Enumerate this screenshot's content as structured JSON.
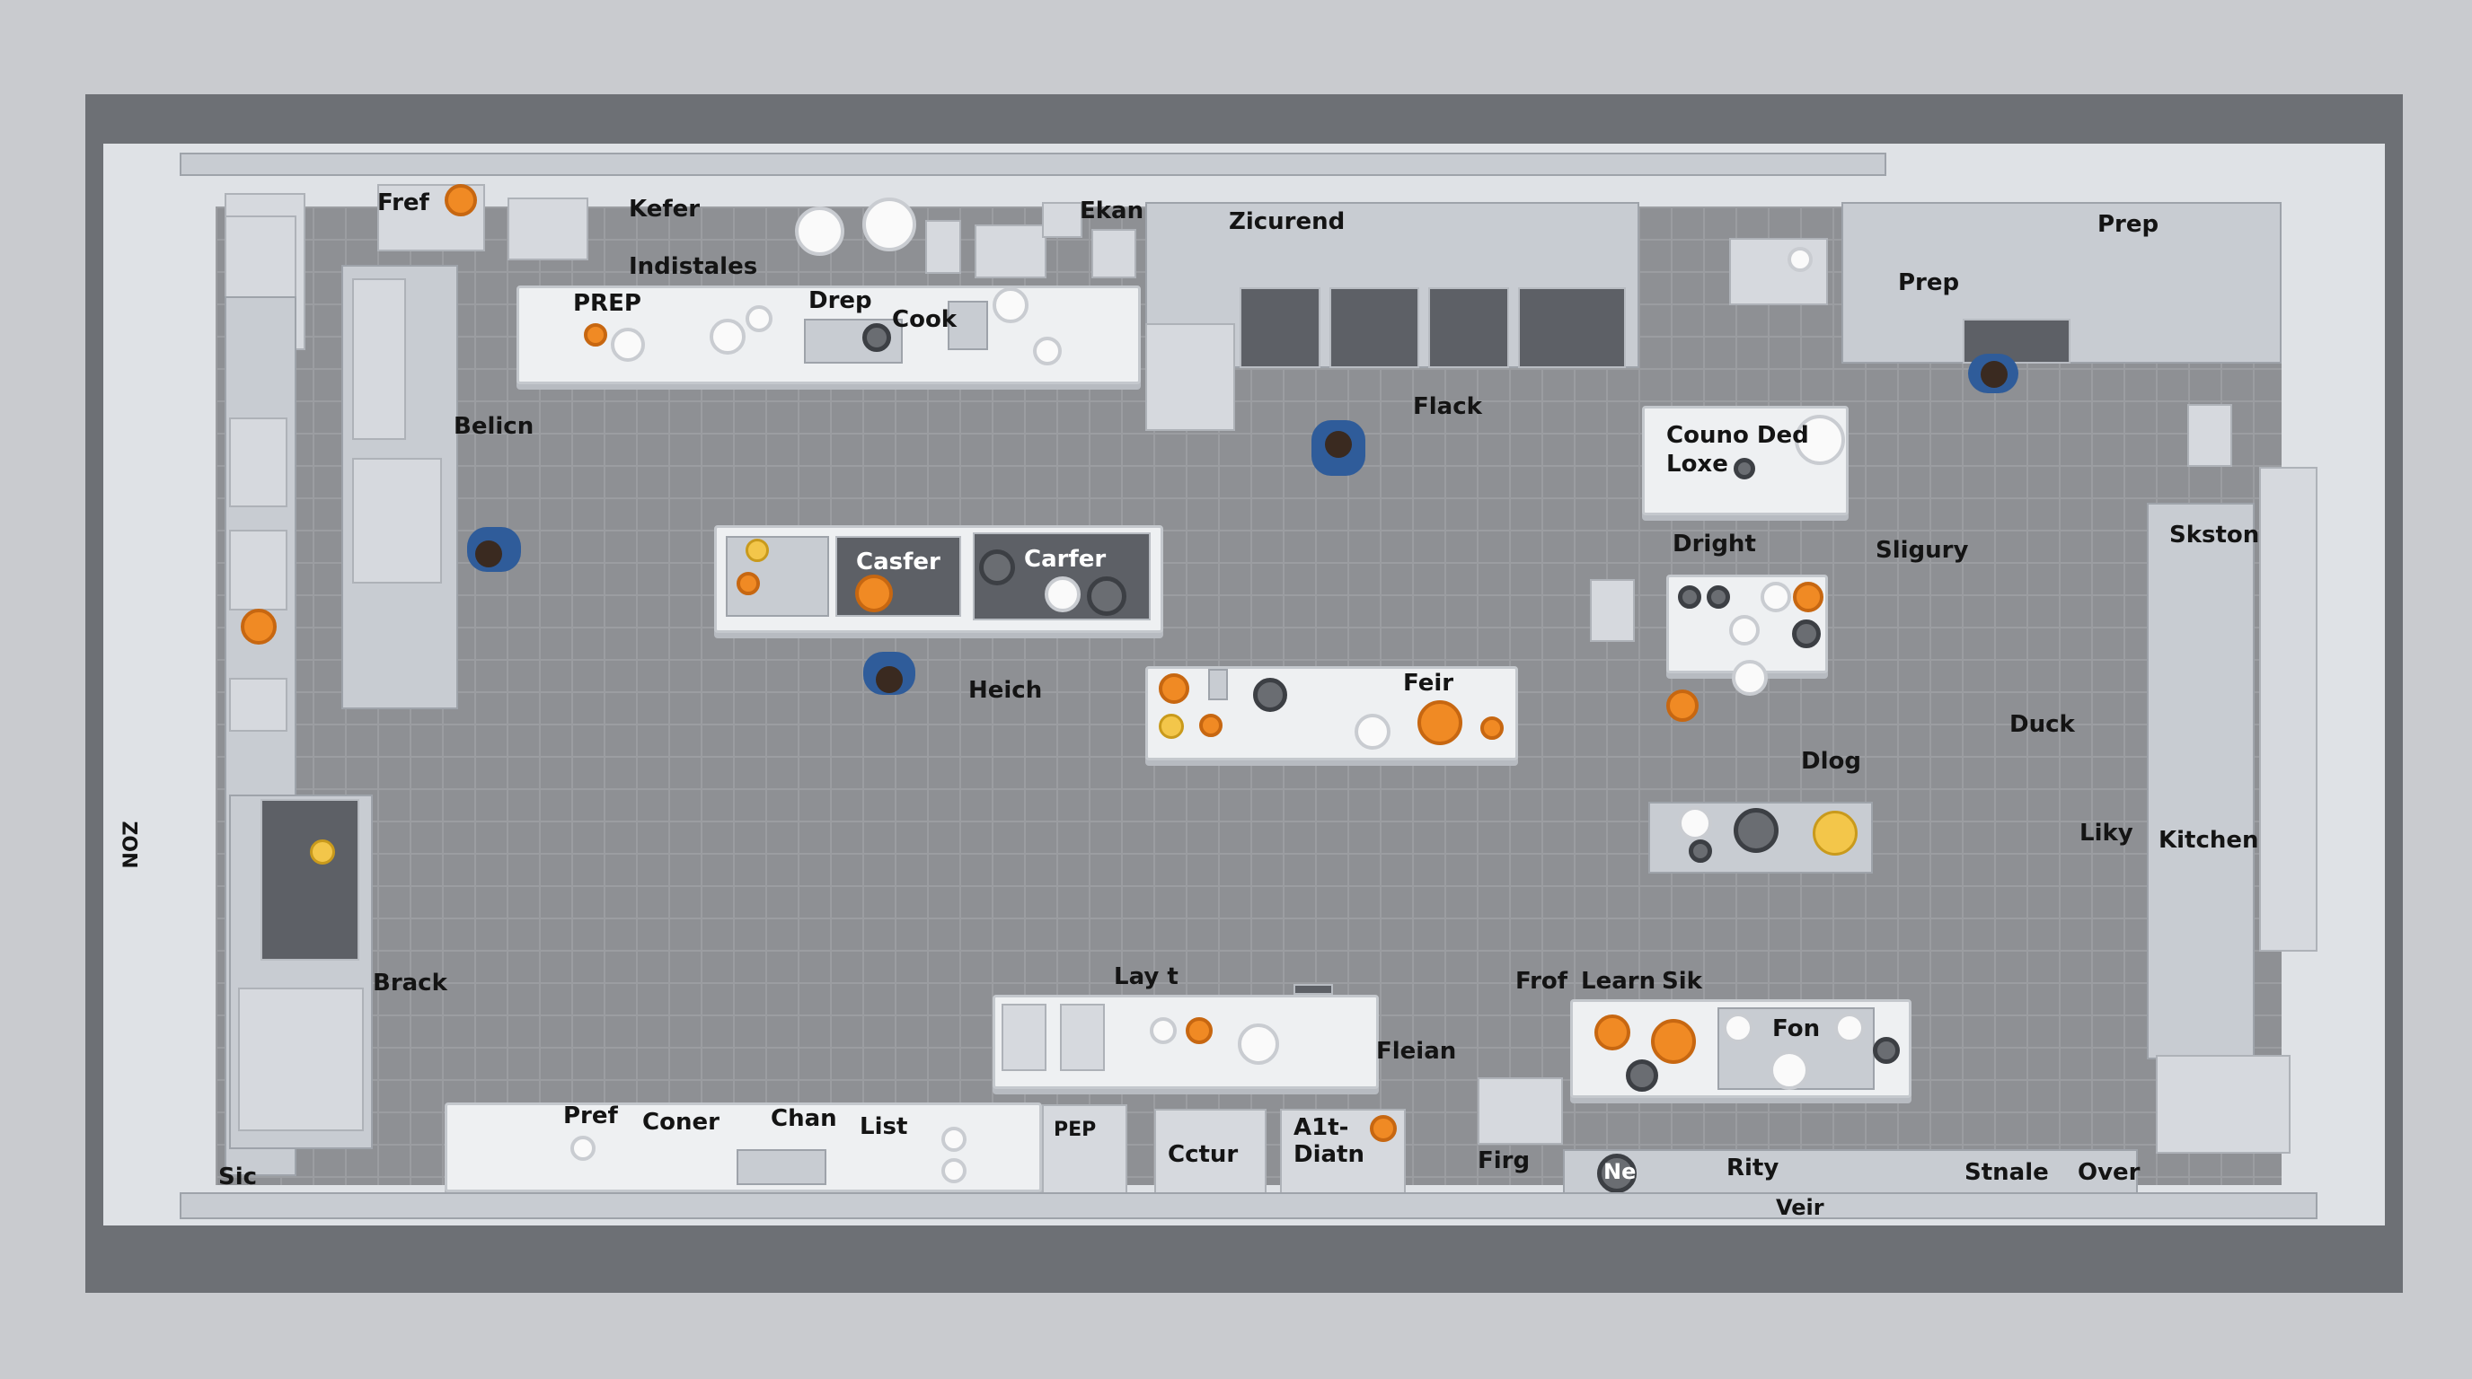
{
  "labels": {
    "fref": "Fref",
    "kefer": "Kefer",
    "indistales": "Indistales",
    "ekan": "Ekan",
    "zicurend": "Zicurend",
    "prep_top_right": "Prep",
    "prep_oven": "Prep",
    "prep_counter": "PREP",
    "drep": "Drep",
    "cook": "Cook",
    "belicn": "Belicn",
    "flack": "Flack",
    "couno_ded": "Couno Ded",
    "loxe": "Loxe",
    "casfer": "Casfer",
    "carfer": "Carfer",
    "dright": "Dright",
    "sligury": "Sligury",
    "skston": "Skston",
    "heich": "Heich",
    "feir": "Feir",
    "duck": "Duck",
    "dlog": "Dlog",
    "liky": "Liky",
    "kitchen": "Kitchen",
    "zon": "ZON",
    "brack": "Brack",
    "lay_t": "Lay t",
    "fleian": "Fleian",
    "frof": "Frof",
    "learn": "Learn",
    "sik": "Sik",
    "fon": "Fon",
    "pref_bottom": "Pref",
    "coner": "Coner",
    "chan": "Chan",
    "list": "List",
    "pep": "PEP",
    "cctur": "Cctur",
    "alt_diatn": "A1t-\nDiatn",
    "firg": "Firg",
    "ne": "Ne",
    "rity": "Rity",
    "stnale": "Stnale",
    "over": "Over",
    "veir": "Veir",
    "sic": "Sic"
  },
  "colors": {
    "floor": "#8e9094",
    "accent_orange": "#f08a24",
    "wall": "#6d7075",
    "uniform_blue": "#2f5c9a"
  }
}
